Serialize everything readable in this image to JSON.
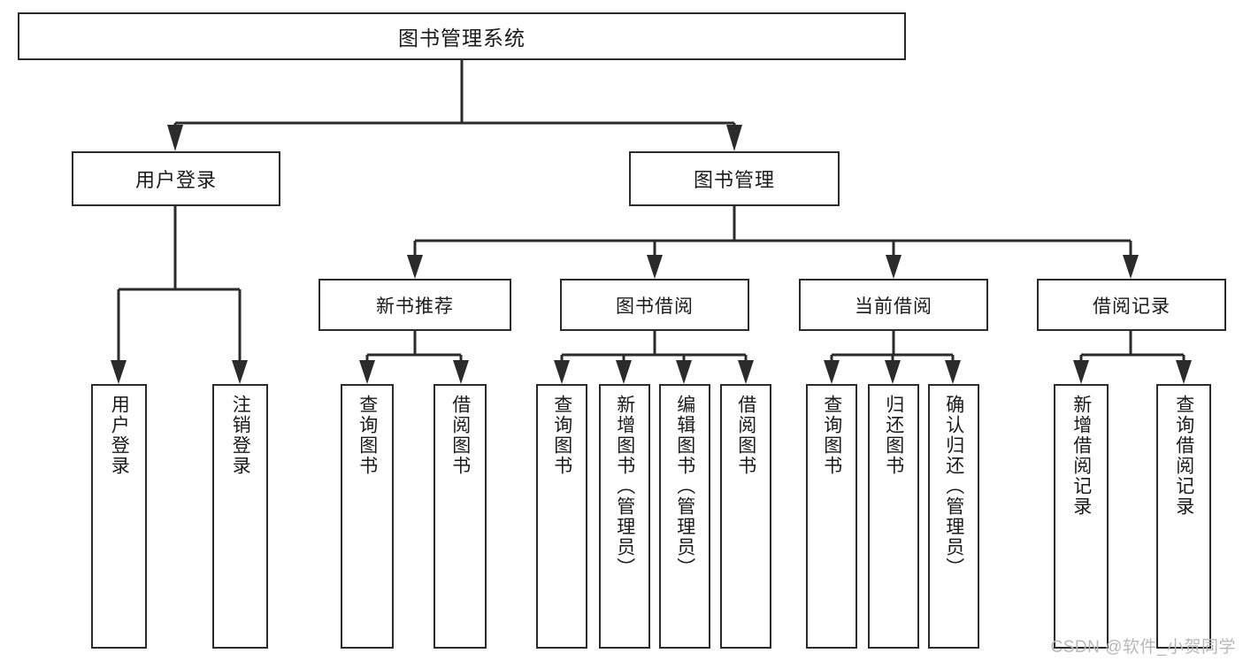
{
  "diagram": {
    "type": "tree",
    "title": "图书管理系统",
    "watermark": "CSDN @软件_小贺同学",
    "colors": {
      "background": "#ffffff",
      "box_border": "#2b2b2b",
      "box_fill": "#ffffff",
      "connector": "#2b2b2b",
      "text": "#1a1a1a",
      "watermark": "#b8b8b8"
    },
    "root": {
      "label": "图书管理系统"
    },
    "level2": [
      {
        "id": "user-login",
        "label": "用户登录"
      },
      {
        "id": "book-manage",
        "label": "图书管理"
      }
    ],
    "level3": [
      {
        "id": "new-book-rec",
        "label": "新书推荐"
      },
      {
        "id": "book-borrow",
        "label": "图书借阅"
      },
      {
        "id": "current-borrow",
        "label": "当前借阅"
      },
      {
        "id": "borrow-record",
        "label": "借阅记录"
      }
    ],
    "leaves": {
      "user_login": [
        {
          "id": "leaf-user-login",
          "label": "用户登录"
        },
        {
          "id": "leaf-logout",
          "label": "注销登录"
        }
      ],
      "new_book_rec": [
        {
          "id": "leaf-query-book-1",
          "label": "查询图书"
        },
        {
          "id": "leaf-borrow-book-1",
          "label": "借阅图书"
        }
      ],
      "book_borrow": [
        {
          "id": "leaf-query-book-2",
          "label": "查询图书"
        },
        {
          "id": "leaf-add-book",
          "label": "新增图书（管理员）"
        },
        {
          "id": "leaf-edit-book",
          "label": "编辑图书（管理员）"
        },
        {
          "id": "leaf-borrow-book-2",
          "label": "借阅图书"
        }
      ],
      "current_borrow": [
        {
          "id": "leaf-query-book-3",
          "label": "查询图书"
        },
        {
          "id": "leaf-return-book",
          "label": "归还图书"
        },
        {
          "id": "leaf-confirm-return",
          "label": "确认归还（管理员）"
        }
      ],
      "borrow_record": [
        {
          "id": "leaf-add-record",
          "label": "新增借阅记录"
        },
        {
          "id": "leaf-query-record",
          "label": "查询借阅记录"
        }
      ]
    }
  }
}
